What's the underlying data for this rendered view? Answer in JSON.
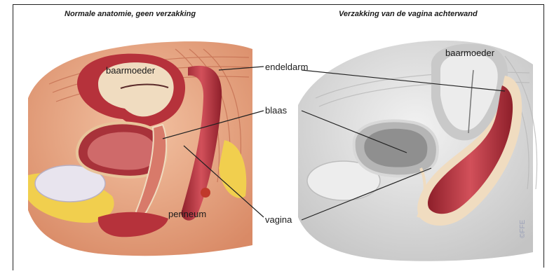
{
  "panels": {
    "left_title": "Normale anatomie, geen verzakking",
    "right_title": "Verzakking van de vagina achterwand"
  },
  "labels": {
    "baarmoeder_left": "baarmoeder",
    "baarmoeder_right": "baarmoeder",
    "endeldarm": "endeldarm",
    "blaas": "blaas",
    "perineum": "perineum",
    "vagina": "vagina"
  },
  "signature": "©FFE",
  "colors": {
    "tissue": "#e7a27e",
    "muscle": "#c9755a",
    "uterus_outer": "#b6323b",
    "uterus_inner": "#f0dcc0",
    "rectum": "#b8323f",
    "fat": "#f1cf4e",
    "grey_tissue": "#d8d8d8",
    "grey_dark": "#9a9a9a",
    "line": "#222222"
  }
}
